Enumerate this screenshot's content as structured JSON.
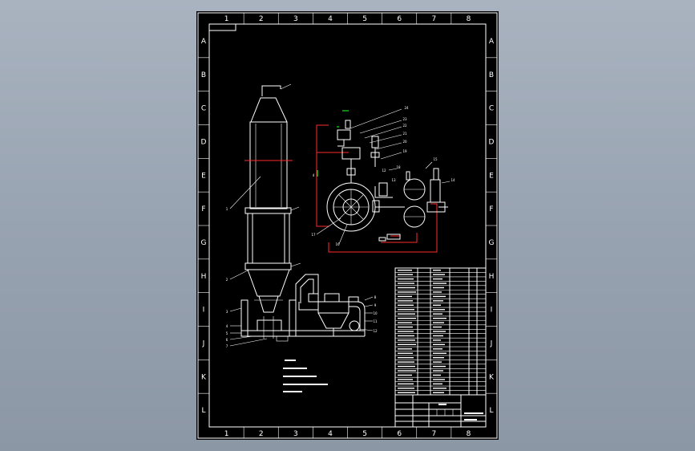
{
  "viewport": {
    "background_color": "#98a3b1"
  },
  "sheet": {
    "background_color": "#000000",
    "line_color": "#ffffff",
    "accent_red": "#ff2a2a",
    "accent_green": "#22dd22",
    "column_labels_top": [
      "1",
      "2",
      "3",
      "4",
      "5",
      "6",
      "7",
      "8"
    ],
    "column_labels_bottom": [
      "1",
      "2",
      "3",
      "4",
      "5",
      "6",
      "7",
      "8"
    ],
    "row_labels_left": [
      "A",
      "B",
      "C",
      "D",
      "E",
      "F",
      "G",
      "H",
      "I",
      "J",
      "K",
      "L"
    ],
    "row_labels_right": [
      "A",
      "B",
      "C",
      "D",
      "E",
      "F",
      "G",
      "H",
      "I",
      "J",
      "K",
      "L"
    ]
  },
  "drawing": {
    "part_labels_left": [
      "1",
      "2",
      "3",
      "4",
      "5",
      "6",
      "7"
    ],
    "part_labels_right": [
      "8",
      "9",
      "10",
      "11",
      "12"
    ],
    "detail_labels": [
      "24",
      "23",
      "22",
      "21",
      "20",
      "19",
      "18",
      "17",
      "16",
      "15",
      "14",
      "13",
      "12"
    ],
    "vertical_dim_label": "4"
  },
  "parts_list": {
    "row_count": 29
  },
  "title_block": {
    "drawing_number": ""
  }
}
